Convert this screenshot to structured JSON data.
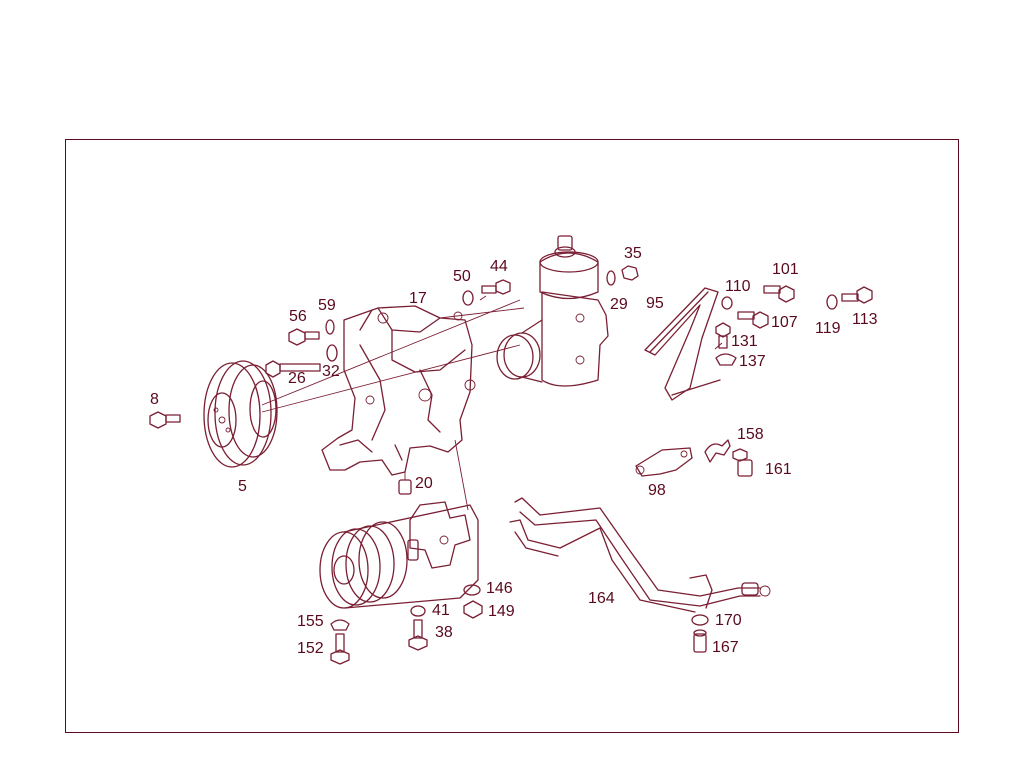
{
  "colors": {
    "line": "#7a1f33",
    "frame": "#5a0a1e",
    "background": "#ffffff"
  },
  "callouts": {
    "p5": "5",
    "p8": "8",
    "p17": "17",
    "p20": "20",
    "p26": "26",
    "p29": "29",
    "p32": "32",
    "p35": "35",
    "p38": "38",
    "p41": "41",
    "p44": "44",
    "p50": "50",
    "p56": "56",
    "p59": "59",
    "p95": "95",
    "p98": "98",
    "p101": "101",
    "p107": "107",
    "p110": "110",
    "p113": "113",
    "p119": "119",
    "p131": "131",
    "p137": "137",
    "p146": "146",
    "p149": "149",
    "p152": "152",
    "p155": "155",
    "p158": "158",
    "p161": "161",
    "p164": "164",
    "p167": "167",
    "p170": "170"
  }
}
